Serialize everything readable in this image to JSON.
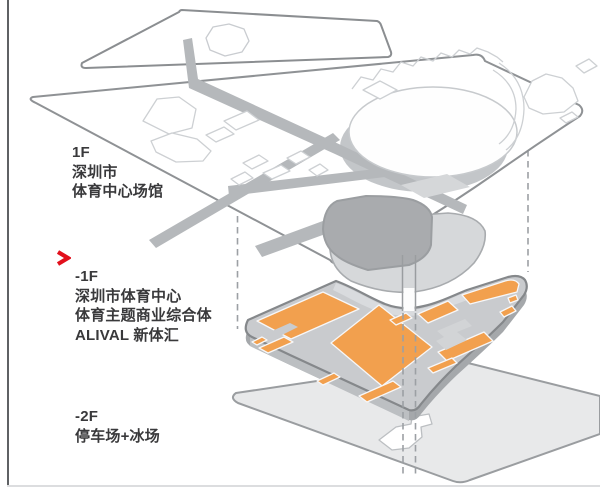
{
  "figure": {
    "type": "exploded-axonometric-level-diagram",
    "levels": [
      {
        "id": "1F",
        "floor": "1F",
        "name_lines": [
          "深圳市",
          "体育中心场馆"
        ],
        "marked": false
      },
      {
        "id": "-1F",
        "floor": "-1F",
        "name_lines": [
          "深圳市体育中心",
          "体育主题商业综合体",
          "ALIVAL 新体汇"
        ],
        "marked": true
      },
      {
        "id": "-2F",
        "floor": "-2F",
        "name_lines": [
          "停车场+冰场"
        ],
        "marked": false
      }
    ],
    "marker": {
      "icon": "red-chevron-right-icon",
      "color": "#e2101c",
      "points_to": "-1F"
    },
    "colors": {
      "highlight_orange": "#f2a04e",
      "plate_gray": "#c9cbce",
      "plate_edge_dark": "#85888b",
      "plate_extrusion": "#a5a8ab",
      "path_gray": "#b5b8bb",
      "outline_dark": "#8b8e91",
      "outline_light": "#cdd0d3",
      "dashed_gray": "#9ca0a4",
      "lower_plate_gray": "#e8e9ea",
      "text": "#39393b",
      "frame_line": "#5f6164",
      "bottom_rule": "#dcdddf"
    }
  }
}
